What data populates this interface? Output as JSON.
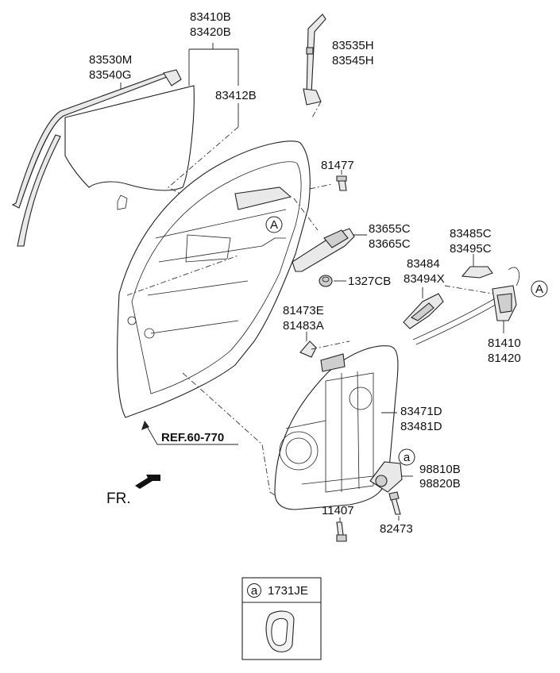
{
  "parts": {
    "p83410B": "83410B",
    "p83420B": "83420B",
    "p83412B": "83412B",
    "p83530M": "83530M",
    "p83540G": "83540G",
    "p83535H": "83535H",
    "p83545H": "83545H",
    "p81477": "81477",
    "p83655C": "83655C",
    "p83665C": "83665C",
    "p1327CB": "1327CB",
    "p83485C": "83485C",
    "p83495C": "83495C",
    "p83484": "83484",
    "p83494X": "83494X",
    "p81410": "81410",
    "p81420": "81420",
    "p81473E": "81473E",
    "p81483A": "81483A",
    "p83471D": "83471D",
    "p83481D": "83481D",
    "p98810B": "98810B",
    "p98820B": "98820B",
    "p11407": "11407",
    "p82473": "82473"
  },
  "markers": {
    "A": "A",
    "a": "a"
  },
  "reference": "REF.60-770",
  "direction": "FR.",
  "legend": {
    "marker": "a",
    "part": "1731JE"
  }
}
